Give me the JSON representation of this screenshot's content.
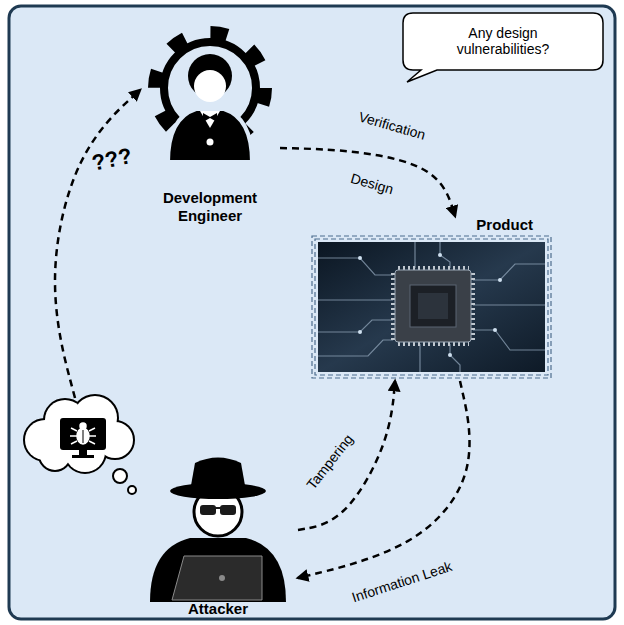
{
  "diagram": {
    "nodes": [
      {
        "text": [
          "Development Engineer"
        ]
      },
      {
        "text": [
          "Any design vulnerabilities?"
        ]
      },
      {
        "text": [
          "Product"
        ]
      },
      {
        "text": [
          "Attacker"
        ]
      }
    ],
    "edges": [
      {
        "from": 0,
        "to": 2,
        "arrow": "to",
        "label": "Verification"
      },
      {
        "from": 3,
        "to": 2,
        "arrow": "to",
        "label": "Tampering"
      },
      {
        "from": 2,
        "to": 3,
        "arrow": "to",
        "label": "Information Leak"
      },
      {
        "from": 3,
        "to": 0,
        "arrow": "to",
        "label": "???"
      }
    ],
    "labels": [
      "Design"
    ]
  }
}
